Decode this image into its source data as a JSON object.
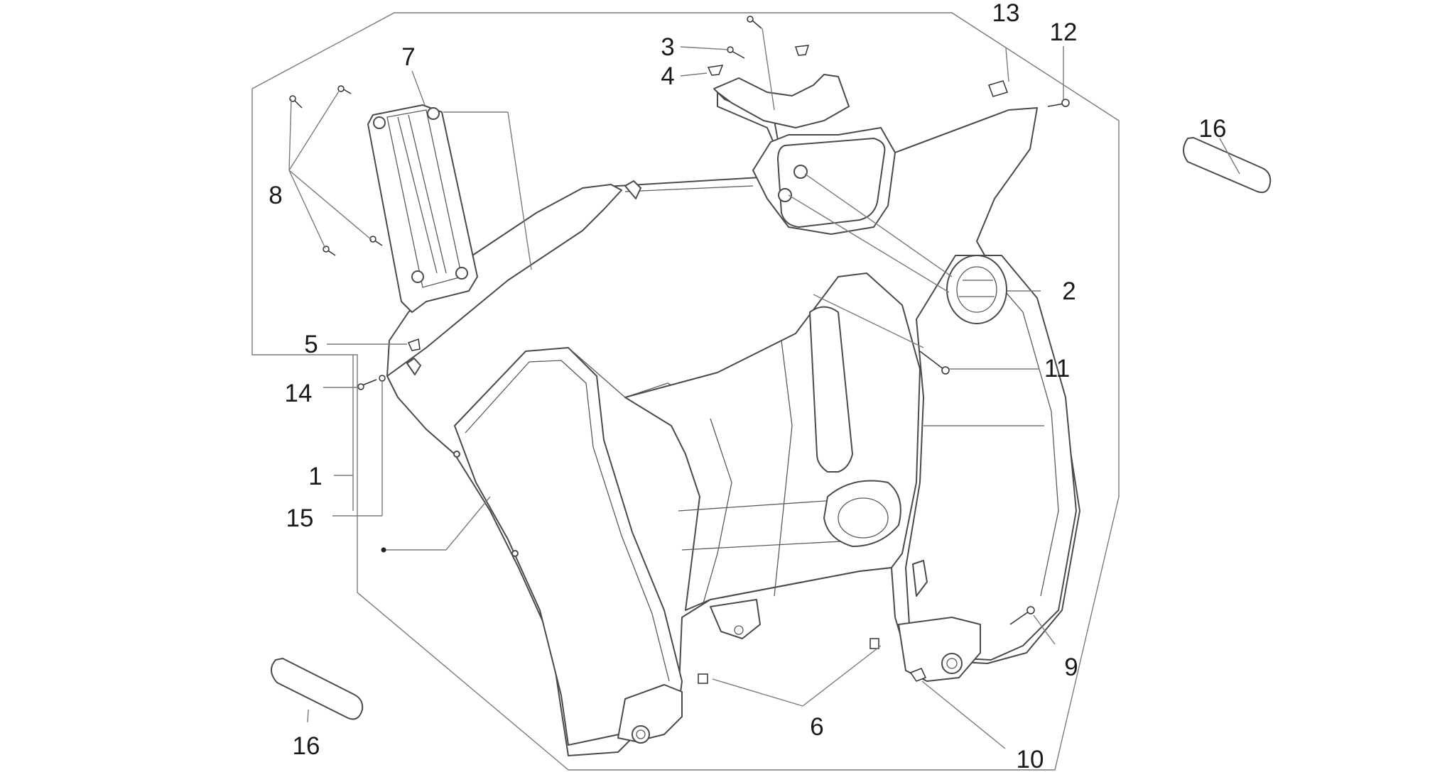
{
  "diagram": {
    "type": "exploded-parts-diagram",
    "callouts": [
      {
        "id": "1",
        "text": "1"
      },
      {
        "id": "2",
        "text": "2"
      },
      {
        "id": "3",
        "text": "3"
      },
      {
        "id": "4",
        "text": "4"
      },
      {
        "id": "5",
        "text": "5"
      },
      {
        "id": "6",
        "text": "6"
      },
      {
        "id": "7",
        "text": "7"
      },
      {
        "id": "8",
        "text": "8"
      },
      {
        "id": "9",
        "text": "9"
      },
      {
        "id": "10",
        "text": "10"
      },
      {
        "id": "11",
        "text": "11"
      },
      {
        "id": "12",
        "text": "12"
      },
      {
        "id": "13",
        "text": "13"
      },
      {
        "id": "14",
        "text": "14"
      },
      {
        "id": "15",
        "text": "15"
      },
      {
        "id": "16a",
        "text": "16"
      },
      {
        "id": "16b",
        "text": "16"
      }
    ],
    "parts": [
      {
        "id": "legshield-panel",
        "callout": "1",
        "icon": "legshield-icon"
      },
      {
        "id": "ignition-cover",
        "callout": "2",
        "icon": "grommet-icon"
      },
      {
        "id": "screw-top",
        "callout": "3",
        "icon": "screw-icon"
      },
      {
        "id": "clip-top",
        "callout": "4",
        "icon": "clip-icon"
      },
      {
        "id": "clip-left",
        "callout": "5",
        "icon": "clip-icon"
      },
      {
        "id": "nuts-bottom",
        "callout": "6",
        "icon": "nut-icon"
      },
      {
        "id": "grille-insert",
        "callout": "7",
        "icon": "grille-icon"
      },
      {
        "id": "grille-screws",
        "callout": "8",
        "icon": "screw-icon"
      },
      {
        "id": "screw-right-lower",
        "callout": "9",
        "icon": "screw-icon"
      },
      {
        "id": "clip-bottom",
        "callout": "10",
        "icon": "clip-icon"
      },
      {
        "id": "screw-center",
        "callout": "11",
        "icon": "screw-icon"
      },
      {
        "id": "screw-top-right",
        "callout": "12",
        "icon": "screw-icon"
      },
      {
        "id": "clip-top-right",
        "callout": "13",
        "icon": "clip-icon"
      },
      {
        "id": "screw-left",
        "callout": "14",
        "icon": "screw-icon"
      },
      {
        "id": "washer-left",
        "callout": "15",
        "icon": "washer-icon"
      },
      {
        "id": "side-badge",
        "callout": "16",
        "icon": "badge-icon"
      }
    ]
  }
}
